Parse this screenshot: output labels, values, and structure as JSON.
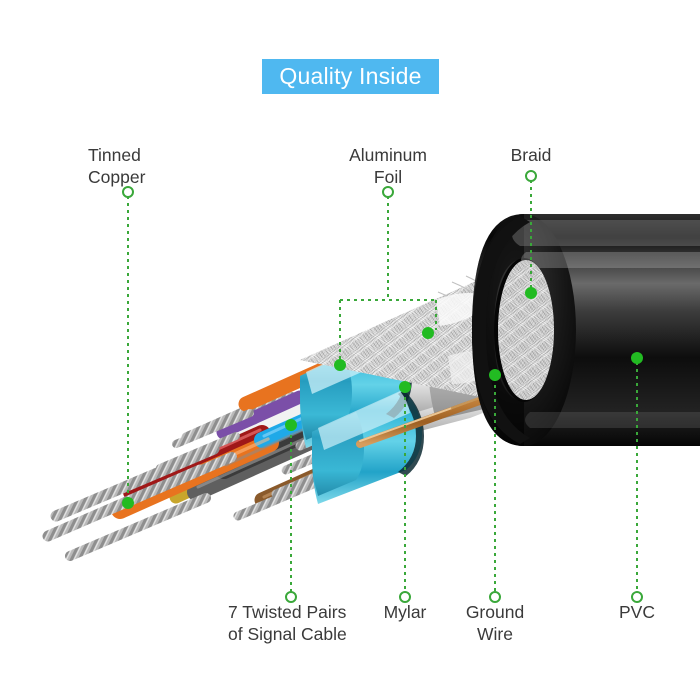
{
  "banner": {
    "text": "Quality Inside",
    "background_color": "#4fb8f0",
    "text_color": "#ffffff"
  },
  "theme": {
    "background_color": "#ffffff",
    "label_text_color": "#3a3a3a",
    "leader_line_color": "#3aa83a",
    "leader_dot_color": "#22bb22"
  },
  "labels": {
    "tinned_copper": "Tinned\nCopper",
    "aluminum_foil": "Aluminum\nFoil",
    "braid": "Braid",
    "twisted_pairs": "7 Twisted Pairs\nof Signal Cable",
    "mylar": "Mylar",
    "ground_wire": "Ground\nWire",
    "pvc": "PVC"
  },
  "callouts": [
    {
      "id": "tinned-copper",
      "label": "Tinned Copper",
      "position": "top-left",
      "anchor_target": "tinned copper strand tips"
    },
    {
      "id": "aluminum-foil",
      "label": "Aluminum Foil",
      "position": "top-center",
      "anchor_target": "aluminum foil shield",
      "branches": 2
    },
    {
      "id": "braid",
      "label": "Braid",
      "position": "top-right",
      "anchor_target": "woven braid shield"
    },
    {
      "id": "twisted-pairs",
      "label": "7 Twisted Pairs of Signal Cable",
      "position": "bottom-left",
      "anchor_target": "insulated conductor bundle"
    },
    {
      "id": "mylar",
      "label": "Mylar",
      "position": "bottom-center",
      "anchor_target": "cyan mylar wrap"
    },
    {
      "id": "ground-wire",
      "label": "Ground Wire",
      "position": "bottom-center-right",
      "anchor_target": "copper drain wire"
    },
    {
      "id": "pvc",
      "label": "PVC",
      "position": "bottom-right",
      "anchor_target": "black outer jacket"
    }
  ],
  "cable": {
    "jacket_color": "#141414",
    "jacket_highlight": "#4a4a4a",
    "braid_color": "#d8d8d8",
    "foil_color": "#f4f4f4",
    "mylar_color": "#4fc6de",
    "drain_wire_color": "#c98a4b",
    "conductor_colors": [
      "#e8731f",
      "#1fa9e8",
      "#ffffff",
      "#3b3b3b",
      "#a01818",
      "#e8731f",
      "#8a5a2b",
      "#7b4fa8",
      "#c8a62c",
      "#6f6f6f"
    ],
    "strand_color": "#9a9a9a"
  }
}
